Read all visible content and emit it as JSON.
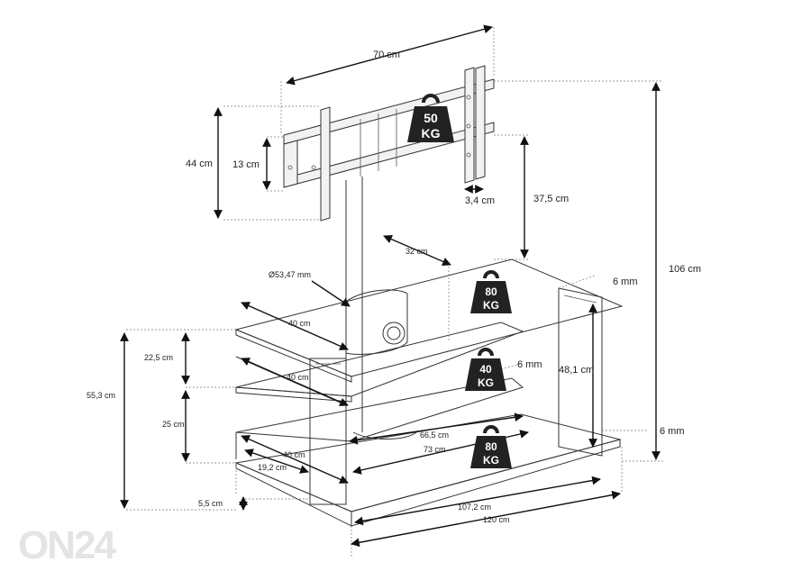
{
  "logo": {
    "text": "ON24"
  },
  "weights": {
    "top": {
      "value": "50",
      "unit": "KG"
    },
    "shelf_top": {
      "value": "80",
      "unit": "KG"
    },
    "shelf_mid": {
      "value": "40",
      "unit": "KG"
    },
    "shelf_bottom": {
      "value": "80",
      "unit": "KG"
    }
  },
  "dimensions": {
    "bracket_width": "70 cm",
    "bracket_height": "44 cm",
    "bracket_inner": "13 cm",
    "bracket_depth": "3,4 cm",
    "bracket_drop": "37,5 cm",
    "column_offset": "32 cm",
    "column_diameter": "Ø53,47 mm",
    "total_height": "106 cm",
    "glass_top": "6 mm",
    "glass_mid": "6 mm",
    "glass_base": "6 mm",
    "shelf1_depth": "40 cm",
    "shelf2_depth": "40 cm",
    "shelf3_depth": "40 cm",
    "shelf_gap_upper": "22,5 cm",
    "shelf_gap_lower": "25 cm",
    "shelf_total_height": "55,3 cm",
    "base_depth": "19,2 cm",
    "base_height": "5,5 cm",
    "side_panel_height": "48,1 cm",
    "shelf_inner_width": "66,5 cm",
    "shelf_width": "73 cm",
    "base_inner_width": "107,2 cm",
    "base_width": "120 cm"
  }
}
